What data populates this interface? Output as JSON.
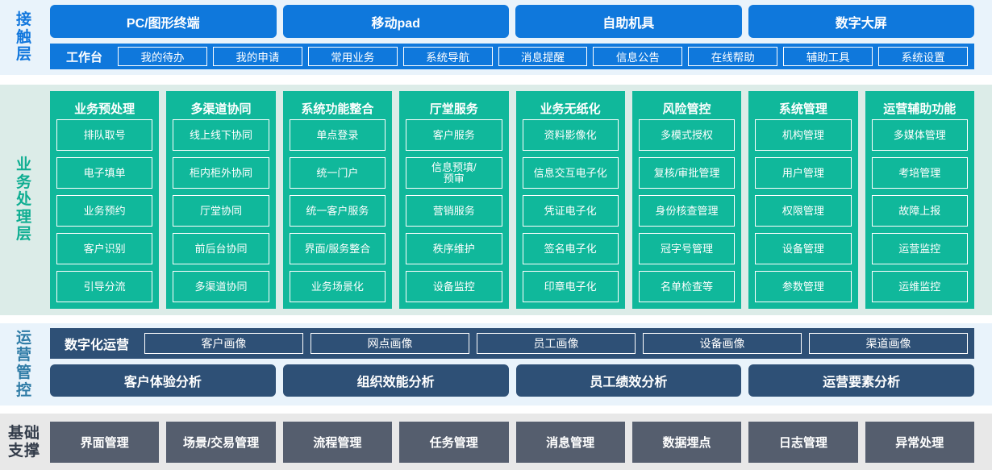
{
  "layers": {
    "contact": {
      "label": "接触层",
      "channels": [
        "PC/图形终端",
        "移动pad",
        "自助机具",
        "数字大屏"
      ],
      "nav_first": "工作台",
      "nav_items": [
        "我的待办",
        "我的申请",
        "常用业务",
        "系统导航",
        "消息提醒",
        "信息公告",
        "在线帮助",
        "辅助工具",
        "系统设置"
      ],
      "color": "#0f78dc",
      "band_color": "#e9f3fb"
    },
    "business": {
      "label": "业务处理层",
      "color": "#10b89b",
      "band_color": "#dcece8",
      "columns": [
        {
          "title": "业务预处理",
          "items": [
            "排队取号",
            "电子填单",
            "业务预约",
            "客户识别",
            "引导分流"
          ]
        },
        {
          "title": "多渠道协同",
          "items": [
            "线上线下协同",
            "柜内柜外协同",
            "厅堂协同",
            "前后台协同",
            "多渠道协同"
          ]
        },
        {
          "title": "系统功能整合",
          "items": [
            "单点登录",
            "统一门户",
            "统一客户服务",
            "界面/服务整合",
            "业务场景化"
          ]
        },
        {
          "title": "厅堂服务",
          "items": [
            "客户服务",
            "信息预填/\n预审",
            "营销服务",
            "秩序维护",
            "设备监控"
          ]
        },
        {
          "title": "业务无纸化",
          "items": [
            "资料影像化",
            "信息交互电子化",
            "凭证电子化",
            "签名电子化",
            "印章电子化"
          ]
        },
        {
          "title": "风险管控",
          "items": [
            "多模式授权",
            "复核/审批管理",
            "身份核查管理",
            "冠字号管理",
            "名单检查等"
          ]
        },
        {
          "title": "系统管理",
          "items": [
            "机构管理",
            "用户管理",
            "权限管理",
            "设备管理",
            "参数管理"
          ]
        },
        {
          "title": "运营辅助功能",
          "items": [
            "多媒体管理",
            "考培管理",
            "故障上报",
            "运营监控",
            "运维监控"
          ]
        }
      ]
    },
    "operations": {
      "label": "运营管控",
      "color": "#2e5076",
      "band_color": "#e9f3fb",
      "digital_ops_label": "数字化运营",
      "portraits": [
        "客户画像",
        "网点画像",
        "员工画像",
        "设备画像",
        "渠道画像"
      ],
      "analytics": [
        "客户体验分析",
        "组织效能分析",
        "员工绩效分析",
        "运营要素分析"
      ]
    },
    "base": {
      "label": "基础支撑",
      "color": "#555e6e",
      "band_color": "#e8e8e8",
      "items": [
        "界面管理",
        "场景/交易管理",
        "流程管理",
        "任务管理",
        "消息管理",
        "数据埋点",
        "日志管理",
        "异常处理"
      ]
    }
  }
}
